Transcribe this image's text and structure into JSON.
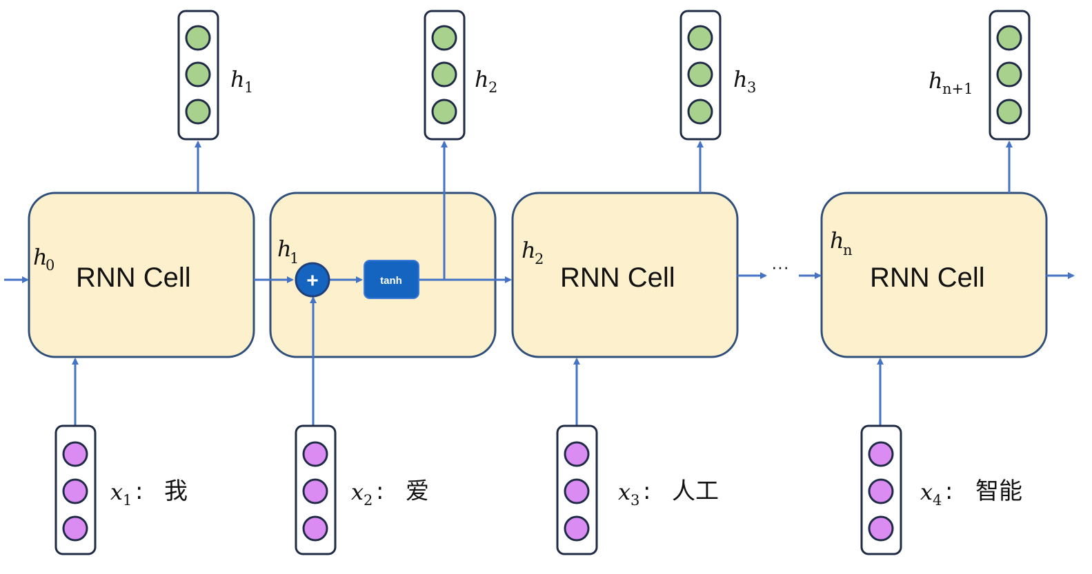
{
  "colors": {
    "cell_fill": "#fdf0cc",
    "cell_stroke": "#2f4f7a",
    "arrow": "#4472c4",
    "hidden_node": "#a9d18e",
    "input_node": "#da8cf2",
    "vector_stroke": "#1f2a44",
    "op_fill": "#1565c0"
  },
  "cells": [
    {
      "label": "RNN Cell",
      "state_var": "h",
      "state_sub": "0"
    },
    {
      "label": "",
      "state_var": "h",
      "state_sub": "1"
    },
    {
      "label": "RNN Cell",
      "state_var": "h",
      "state_sub": "2"
    },
    {
      "label": "RNN Cell",
      "state_var": "h",
      "state_sub": "n"
    }
  ],
  "outputs": [
    {
      "var": "h",
      "sub": "1"
    },
    {
      "var": "h",
      "sub": "2"
    },
    {
      "var": "h",
      "sub": "3"
    },
    {
      "var": "h",
      "sub": "n+1"
    }
  ],
  "inputs": [
    {
      "var": "x",
      "sub": "1",
      "sep": ":",
      "word": "我"
    },
    {
      "var": "x",
      "sub": "2",
      "sep": ":",
      "word": "爱"
    },
    {
      "var": "x",
      "sub": "3",
      "sep": ":",
      "word": "人工"
    },
    {
      "var": "x",
      "sub": "4",
      "sep": ":",
      "word": "智能"
    }
  ],
  "ops": {
    "add": "+",
    "activation": "tanh"
  },
  "ellipsis": "···"
}
